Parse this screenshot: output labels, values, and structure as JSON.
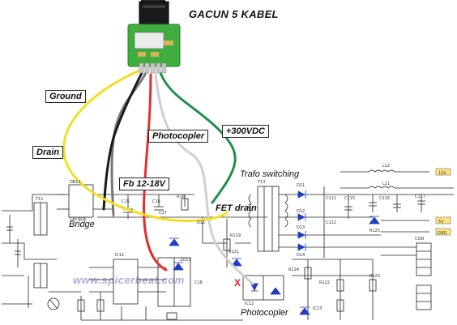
{
  "title": "GACUN 5 KABEL",
  "labels": {
    "ground": "Ground",
    "drain": "Drain",
    "photocopler_top": "Photocopler",
    "vdc300": "+300VDC",
    "fb": "Fb 12-18V",
    "trafo": "Trafo switching",
    "fet_drain": "FET drain",
    "bridge": "Bridge",
    "photocopler_bottom": "Photocopler",
    "cross": "X"
  },
  "watermark": "www.spicerbeat.com",
  "components": {
    "db": "DB11",
    "bridge_ic": "GBU606",
    "t11": "T11",
    "c15": "C15",
    "c16": "C16",
    "r18": "R18",
    "c17": "C17",
    "c18": "C18",
    "q11": "Q11",
    "t13": "T13",
    "d11": "D11",
    "d12": "D12",
    "d13": "D13",
    "d14": "D14",
    "c111": "C111",
    "c112": "C112",
    "c115": "C115",
    "c116": "C116",
    "c117": "C117",
    "l12": "L12",
    "l11": "L11",
    "zd11": "ZD11",
    "ic11": "IC11",
    "ic12": "IC12",
    "ic13": "IC13",
    "r119": "R119",
    "r121": "R121",
    "r122": "R122",
    "r123": "R123",
    "r124": "R124",
    "r125": "R125",
    "con": "CON",
    "out_12v": "12V",
    "out_5v": "5V",
    "out_gnd": "GND"
  },
  "colors": {
    "wire_green": "#1f8f4a",
    "wire_white": "#cfcfcf",
    "wire_red": "#e03030",
    "wire_gray": "#777777",
    "wire_black": "#1a1a1a",
    "wire_yellow": "#f0e020",
    "wire_blue": "#1f3fbf",
    "board_green": "#3fae3f"
  }
}
